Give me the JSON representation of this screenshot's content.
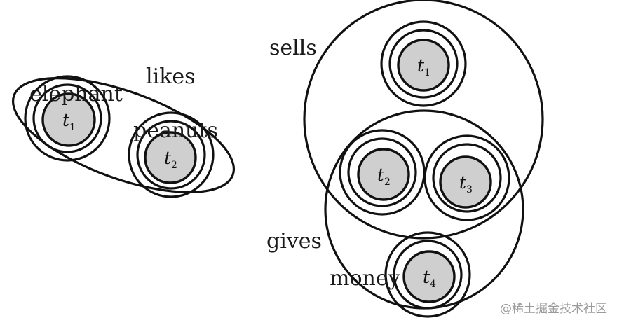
{
  "labels": {
    "likes": "likes",
    "elephant": "elephant",
    "peanuts": "peanuts",
    "sells": "sells",
    "gives": "gives",
    "money": "money"
  },
  "tokens": {
    "t1a": {
      "var": "t",
      "sub": "1"
    },
    "t2a": {
      "var": "t",
      "sub": "2"
    },
    "t1b": {
      "var": "t",
      "sub": "1"
    },
    "t2b": {
      "var": "t",
      "sub": "2"
    },
    "t3": {
      "var": "t",
      "sub": "3"
    },
    "t4": {
      "var": "t",
      "sub": "4"
    }
  },
  "watermark": "@稀土掘金技术社区",
  "colors": {
    "token_fill": "#cfcfcf",
    "stroke": "#111111",
    "background": "#ffffff"
  }
}
